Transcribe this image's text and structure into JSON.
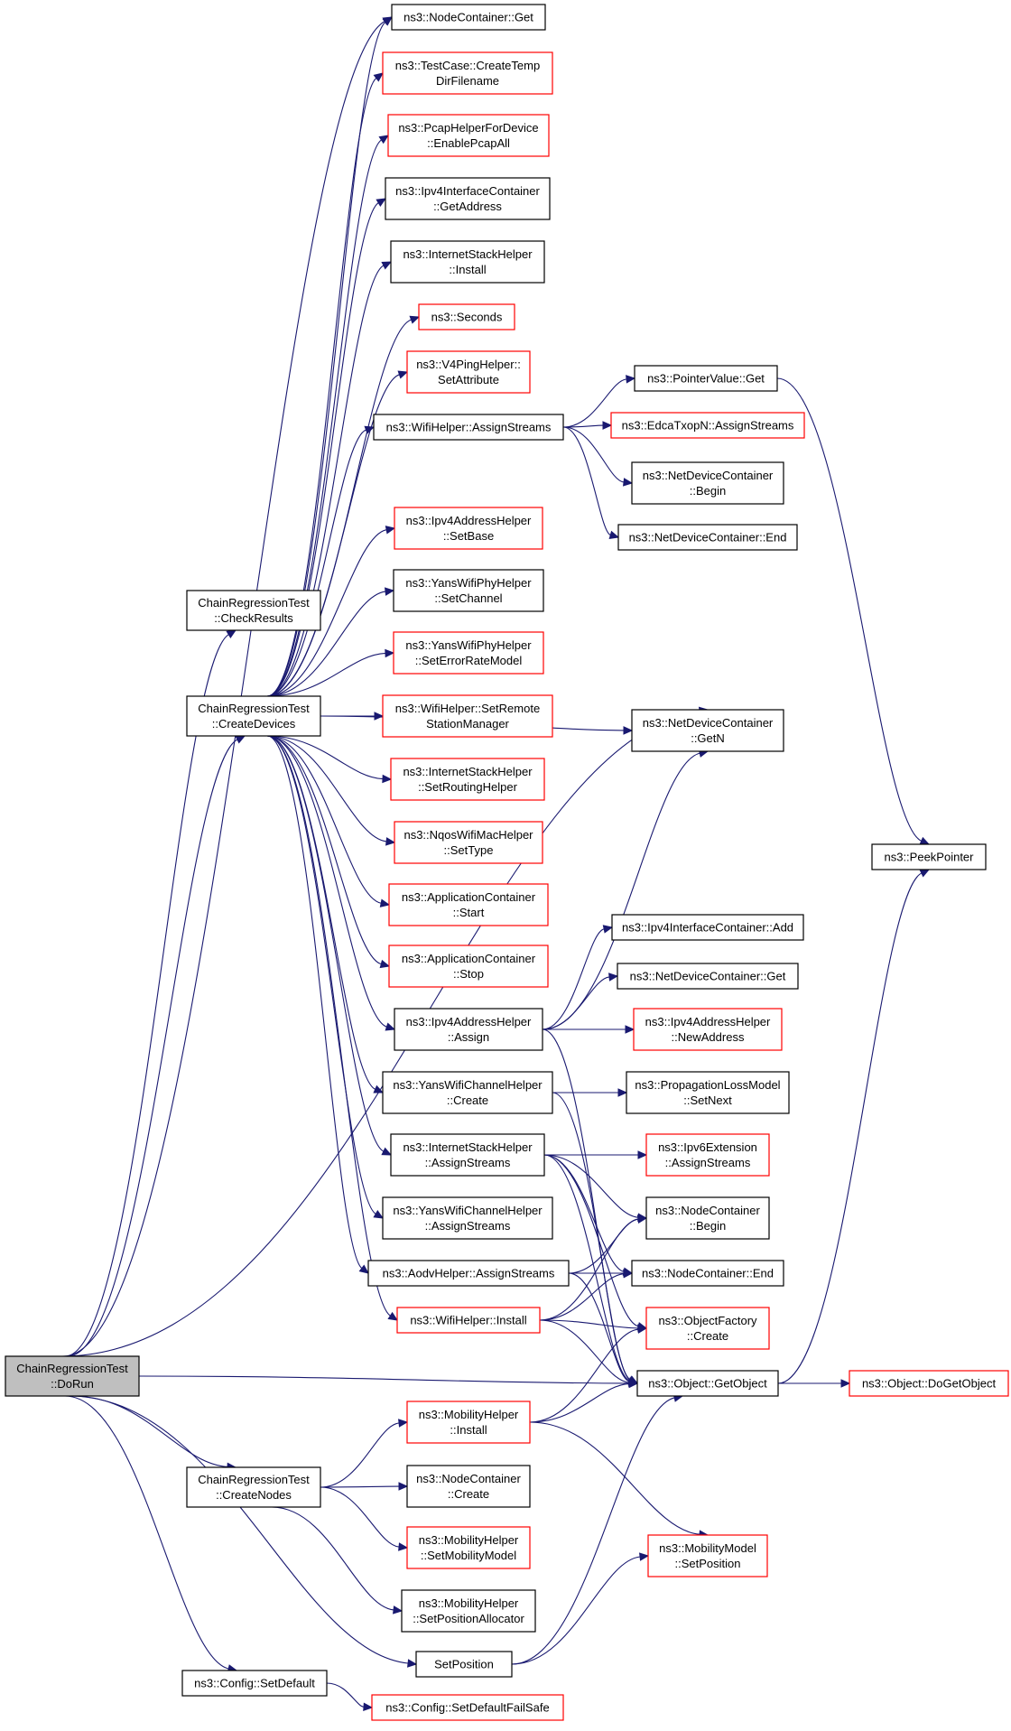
{
  "colors": {
    "edge": "#191970",
    "box_black": "#000000",
    "box_red": "#ff0000",
    "root_fill": "#bfbfbf",
    "fill": "#ffffff"
  },
  "nodes": [
    {
      "id": "doRun",
      "lines": [
        "ChainRegressionTest",
        "::DoRun"
      ],
      "style": "root"
    },
    {
      "id": "checkResults",
      "lines": [
        "ChainRegressionTest",
        "::CheckResults"
      ],
      "style": "black"
    },
    {
      "id": "createDevices",
      "lines": [
        "ChainRegressionTest",
        "::CreateDevices"
      ],
      "style": "black"
    },
    {
      "id": "createNodes",
      "lines": [
        "ChainRegressionTest",
        "::CreateNodes"
      ],
      "style": "black"
    },
    {
      "id": "configSetDefault",
      "lines": [
        "ns3::Config::SetDefault"
      ],
      "style": "black"
    },
    {
      "id": "setPosition",
      "lines": [
        "SetPosition"
      ],
      "style": "black"
    },
    {
      "id": "ncGet",
      "lines": [
        "ns3::NodeContainer::Get"
      ],
      "style": "black"
    },
    {
      "id": "tcCreateTemp",
      "lines": [
        "ns3::TestCase::CreateTemp",
        "DirFilename"
      ],
      "style": "red"
    },
    {
      "id": "pcapEnable",
      "lines": [
        "ns3::PcapHelperForDevice",
        "::EnablePcapAll"
      ],
      "style": "red"
    },
    {
      "id": "ipv4IcGetAddress",
      "lines": [
        "ns3::Ipv4InterfaceContainer",
        "::GetAddress"
      ],
      "style": "black"
    },
    {
      "id": "ishInstall",
      "lines": [
        "ns3::InternetStackHelper",
        "::Install"
      ],
      "style": "black"
    },
    {
      "id": "seconds",
      "lines": [
        "ns3::Seconds"
      ],
      "style": "red"
    },
    {
      "id": "v4ping",
      "lines": [
        "ns3::V4PingHelper::",
        "SetAttribute"
      ],
      "style": "red"
    },
    {
      "id": "wifiAssign",
      "lines": [
        "ns3::WifiHelper::AssignStreams"
      ],
      "style": "black"
    },
    {
      "id": "ipv4AddrSetBase",
      "lines": [
        "ns3::Ipv4AddressHelper",
        "::SetBase"
      ],
      "style": "red"
    },
    {
      "id": "yansPhySetChannel",
      "lines": [
        "ns3::YansWifiPhyHelper",
        "::SetChannel"
      ],
      "style": "black"
    },
    {
      "id": "yansPhySetError",
      "lines": [
        "ns3::YansWifiPhyHelper",
        "::SetErrorRateModel"
      ],
      "style": "red"
    },
    {
      "id": "wifiSetRemote",
      "lines": [
        "ns3::WifiHelper::SetRemote",
        "StationManager"
      ],
      "style": "red"
    },
    {
      "id": "ishSetRouting",
      "lines": [
        "ns3::InternetStackHelper",
        "::SetRoutingHelper"
      ],
      "style": "red"
    },
    {
      "id": "nqosSetType",
      "lines": [
        "ns3::NqosWifiMacHelper",
        "::SetType"
      ],
      "style": "red"
    },
    {
      "id": "appStart",
      "lines": [
        "ns3::ApplicationContainer",
        "::Start"
      ],
      "style": "red"
    },
    {
      "id": "appStop",
      "lines": [
        "ns3::ApplicationContainer",
        "::Stop"
      ],
      "style": "red"
    },
    {
      "id": "ipv4AddrAssign",
      "lines": [
        "ns3::Ipv4AddressHelper",
        "::Assign"
      ],
      "style": "black"
    },
    {
      "id": "yansChCreate",
      "lines": [
        "ns3::YansWifiChannelHelper",
        "::Create"
      ],
      "style": "black"
    },
    {
      "id": "ishAssign",
      "lines": [
        "ns3::InternetStackHelper",
        "::AssignStreams"
      ],
      "style": "black"
    },
    {
      "id": "yansChAssign",
      "lines": [
        "ns3::YansWifiChannelHelper",
        "::AssignStreams"
      ],
      "style": "black"
    },
    {
      "id": "aodvAssign",
      "lines": [
        "ns3::AodvHelper::AssignStreams"
      ],
      "style": "black"
    },
    {
      "id": "wifiInstall",
      "lines": [
        "ns3::WifiHelper::Install"
      ],
      "style": "red"
    },
    {
      "id": "mobInstall",
      "lines": [
        "ns3::MobilityHelper",
        "::Install"
      ],
      "style": "red"
    },
    {
      "id": "ncCreate",
      "lines": [
        "ns3::NodeContainer",
        "::Create"
      ],
      "style": "black"
    },
    {
      "id": "mobSetModel",
      "lines": [
        "ns3::MobilityHelper",
        "::SetMobilityModel"
      ],
      "style": "red"
    },
    {
      "id": "mobSetPosAlloc",
      "lines": [
        "ns3::MobilityHelper",
        "::SetPositionAllocator"
      ],
      "style": "black"
    },
    {
      "id": "configFailSafe",
      "lines": [
        "ns3::Config::SetDefaultFailSafe"
      ],
      "style": "red"
    },
    {
      "id": "pvGet",
      "lines": [
        "ns3::PointerValue::Get"
      ],
      "style": "black"
    },
    {
      "id": "edcaAssign",
      "lines": [
        "ns3::EdcaTxopN::AssignStreams"
      ],
      "style": "red"
    },
    {
      "id": "ndcBegin",
      "lines": [
        "ns3::NetDeviceContainer",
        "::Begin"
      ],
      "style": "black"
    },
    {
      "id": "ndcEnd",
      "lines": [
        "ns3::NetDeviceContainer::End"
      ],
      "style": "black"
    },
    {
      "id": "ndcGetN",
      "lines": [
        "ns3::NetDeviceContainer",
        "::GetN"
      ],
      "style": "black"
    },
    {
      "id": "ipv4IcAdd",
      "lines": [
        "ns3::Ipv4InterfaceContainer::Add"
      ],
      "style": "black"
    },
    {
      "id": "ndcGet",
      "lines": [
        "ns3::NetDeviceContainer::Get"
      ],
      "style": "black"
    },
    {
      "id": "ipv4NewAddr",
      "lines": [
        "ns3::Ipv4AddressHelper",
        "::NewAddress"
      ],
      "style": "red"
    },
    {
      "id": "plmSetNext",
      "lines": [
        "ns3::PropagationLossModel",
        "::SetNext"
      ],
      "style": "black"
    },
    {
      "id": "ipv6ExtAssign",
      "lines": [
        "ns3::Ipv6Extension",
        "::AssignStreams"
      ],
      "style": "red"
    },
    {
      "id": "ncBegin",
      "lines": [
        "ns3::NodeContainer",
        "::Begin"
      ],
      "style": "black"
    },
    {
      "id": "ncEnd",
      "lines": [
        "ns3::NodeContainer::End"
      ],
      "style": "black"
    },
    {
      "id": "ofCreate",
      "lines": [
        "ns3::ObjectFactory",
        "::Create"
      ],
      "style": "red"
    },
    {
      "id": "objGetObject",
      "lines": [
        "ns3::Object::GetObject"
      ],
      "style": "black"
    },
    {
      "id": "mmSetPosition",
      "lines": [
        "ns3::MobilityModel",
        "::SetPosition"
      ],
      "style": "red"
    },
    {
      "id": "peekPointer",
      "lines": [
        "ns3::PeekPointer"
      ],
      "style": "black"
    },
    {
      "id": "objDoGetObject",
      "lines": [
        "ns3::Object::DoGetObject"
      ],
      "style": "red"
    }
  ],
  "edges": [
    [
      "doRun",
      "checkResults"
    ],
    [
      "doRun",
      "createDevices"
    ],
    [
      "doRun",
      "createNodes"
    ],
    [
      "doRun",
      "configSetDefault"
    ],
    [
      "doRun",
      "setPosition"
    ],
    [
      "doRun",
      "objGetObject"
    ],
    [
      "doRun",
      "ncGet"
    ],
    [
      "doRun",
      "ndcGetN"
    ],
    [
      "createDevices",
      "ncGet"
    ],
    [
      "createDevices",
      "tcCreateTemp"
    ],
    [
      "createDevices",
      "pcapEnable"
    ],
    [
      "createDevices",
      "ipv4IcGetAddress"
    ],
    [
      "createDevices",
      "ishInstall"
    ],
    [
      "createDevices",
      "seconds"
    ],
    [
      "createDevices",
      "v4ping"
    ],
    [
      "createDevices",
      "wifiAssign"
    ],
    [
      "createDevices",
      "ipv4AddrSetBase"
    ],
    [
      "createDevices",
      "yansPhySetChannel"
    ],
    [
      "createDevices",
      "yansPhySetError"
    ],
    [
      "createDevices",
      "wifiSetRemote"
    ],
    [
      "createDevices",
      "ishSetRouting"
    ],
    [
      "createDevices",
      "nqosSetType"
    ],
    [
      "createDevices",
      "appStart"
    ],
    [
      "createDevices",
      "appStop"
    ],
    [
      "createDevices",
      "ipv4AddrAssign"
    ],
    [
      "createDevices",
      "yansChCreate"
    ],
    [
      "createDevices",
      "ishAssign"
    ],
    [
      "createDevices",
      "yansChAssign"
    ],
    [
      "createDevices",
      "aodvAssign"
    ],
    [
      "createDevices",
      "wifiInstall"
    ],
    [
      "createDevices",
      "ndcGetN"
    ],
    [
      "wifiAssign",
      "pvGet"
    ],
    [
      "wifiAssign",
      "edcaAssign"
    ],
    [
      "wifiAssign",
      "ndcBegin"
    ],
    [
      "wifiAssign",
      "ndcEnd"
    ],
    [
      "ipv4AddrAssign",
      "ndcGetN"
    ],
    [
      "ipv4AddrAssign",
      "ipv4IcAdd"
    ],
    [
      "ipv4AddrAssign",
      "ndcGet"
    ],
    [
      "ipv4AddrAssign",
      "ipv4NewAddr"
    ],
    [
      "ipv4AddrAssign",
      "objGetObject"
    ],
    [
      "yansChCreate",
      "plmSetNext"
    ],
    [
      "yansChCreate",
      "objGetObject"
    ],
    [
      "ishAssign",
      "ipv6ExtAssign"
    ],
    [
      "ishAssign",
      "ncBegin"
    ],
    [
      "ishAssign",
      "ncEnd"
    ],
    [
      "ishAssign",
      "ofCreate"
    ],
    [
      "ishAssign",
      "objGetObject"
    ],
    [
      "aodvAssign",
      "ncBegin"
    ],
    [
      "aodvAssign",
      "ncEnd"
    ],
    [
      "aodvAssign",
      "objGetObject"
    ],
    [
      "wifiInstall",
      "ncBegin"
    ],
    [
      "wifiInstall",
      "ncEnd"
    ],
    [
      "wifiInstall",
      "ofCreate"
    ],
    [
      "wifiInstall",
      "objGetObject"
    ],
    [
      "createNodes",
      "mobInstall"
    ],
    [
      "createNodes",
      "ncCreate"
    ],
    [
      "createNodes",
      "mobSetModel"
    ],
    [
      "createNodes",
      "mobSetPosAlloc"
    ],
    [
      "mobInstall",
      "ofCreate"
    ],
    [
      "mobInstall",
      "objGetObject"
    ],
    [
      "mobInstall",
      "mmSetPosition"
    ],
    [
      "setPosition",
      "objGetObject"
    ],
    [
      "setPosition",
      "mmSetPosition"
    ],
    [
      "configSetDefault",
      "configFailSafe"
    ],
    [
      "pvGet",
      "peekPointer"
    ],
    [
      "objGetObject",
      "peekPointer"
    ],
    [
      "objGetObject",
      "objDoGetObject"
    ]
  ]
}
